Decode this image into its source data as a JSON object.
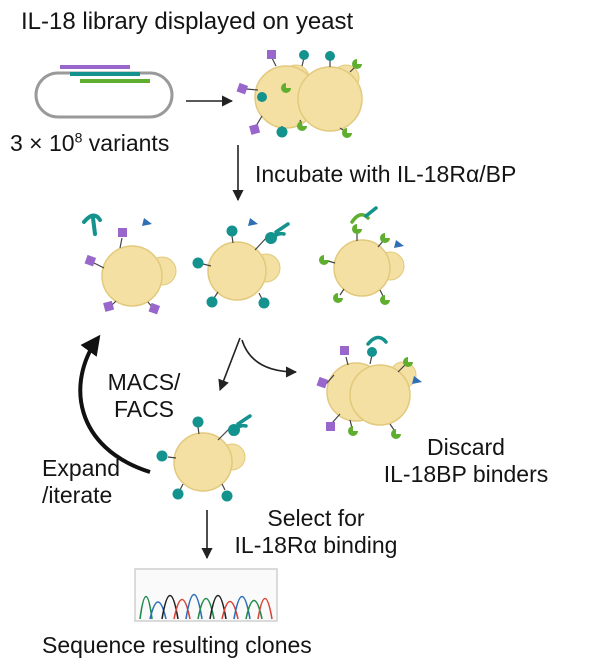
{
  "title": "IL-18 library displayed on yeast",
  "library_count": {
    "prefix": "3 × 10",
    "exponent": "8",
    "suffix": " variants"
  },
  "step_incubate": "Incubate with IL-18Rα/BP",
  "step_sort": {
    "line1": "MACS/",
    "line2": "FACS"
  },
  "step_expand": {
    "line1": "Expand",
    "line2": "/iterate"
  },
  "step_discard": {
    "line1": "Discard",
    "line2": "IL-18BP binders"
  },
  "step_select": {
    "line1": "Select for",
    "line2": "IL-18Rα binding"
  },
  "step_sequence": "Sequence resulting clones",
  "colors": {
    "yeast_fill": "#f3e0a2",
    "yeast_stroke": "#e2c97c",
    "il18_variant_purple": "#9966cc",
    "il18ra_teal": "#14928e",
    "il18bp_green": "#5fae2e",
    "triangle_blue": "#2f6fb5",
    "arrow": "#222222",
    "plasmid_stroke": "#999999"
  },
  "icons": [
    "yeast-cell-icon",
    "plasmid-icon",
    "il18-variant-square-icon",
    "il18ra-binder-icon",
    "il18bp-binder-icon",
    "sequencing-chromatogram-icon"
  ]
}
